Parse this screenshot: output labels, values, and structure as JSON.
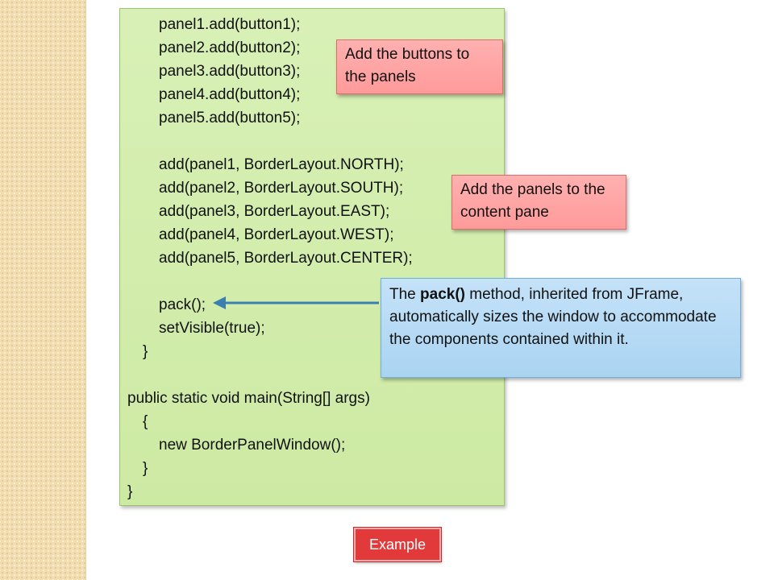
{
  "code_lines": [
    "panel1.add(button1);",
    "panel2.add(button2);",
    "panel3.add(button3);",
    "panel4.add(button4);",
    "panel5.add(button5);",
    "add(panel1, BorderLayout.NORTH);",
    "add(panel2, BorderLayout.SOUTH);",
    "add(panel3, BorderLayout.EAST);",
    "add(panel4, BorderLayout.WEST);",
    "add(panel5, BorderLayout.CENTER);",
    "pack();",
    "setVisible(true);",
    "}",
    "public static void main(String[] args)",
    "{",
    "new BorderPanelWindow();",
    "}",
    "}"
  ],
  "callouts": {
    "buttons_to_panels": "Add the buttons to the panels",
    "panels_to_content": "Add the panels to the content pane",
    "pack_prefix": "The ",
    "pack_bold": "pack()",
    "pack_suffix": " method, inherited from JFrame, automatically sizes the window to accommodate the components contained within it."
  },
  "example_button": "Example",
  "colors": {
    "code_box": "#cdeaa3",
    "callout_red": "#ff9a9a",
    "callout_blue": "#aad4f2",
    "example_button": "#e23a3a",
    "arrow": "#3b7fb0"
  }
}
